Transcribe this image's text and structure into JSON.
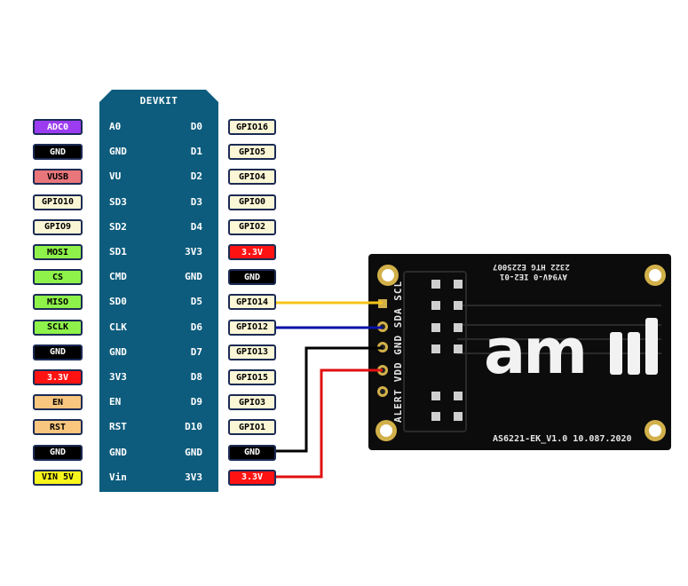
{
  "board": {
    "title": "DEVKIT",
    "left_pins": [
      "A0",
      "GND",
      "VU",
      "SD3",
      "SD2",
      "SD1",
      "CMD",
      "SD0",
      "CLK",
      "GND",
      "3V3",
      "EN",
      "RST",
      "GND",
      "Vin"
    ],
    "right_pins": [
      "D0",
      "D1",
      "D2",
      "D3",
      "D4",
      "3V3",
      "GND",
      "D5",
      "D6",
      "D7",
      "D8",
      "D9",
      "D10",
      "GND",
      "3V3"
    ]
  },
  "left_labels": [
    {
      "text": "ADC0",
      "bg": "#9b3cf0",
      "fg": "#ffffff"
    },
    {
      "text": "GND",
      "bg": "#000000",
      "fg": "#ffffff"
    },
    {
      "text": "VUSB",
      "bg": "#e8767a",
      "fg": "#000000"
    },
    {
      "text": "GPIO10",
      "bg": "#fbf7d6",
      "fg": "#000000"
    },
    {
      "text": "GPIO9",
      "bg": "#fbf7d6",
      "fg": "#000000"
    },
    {
      "text": "MOSI",
      "bg": "#8ef24a",
      "fg": "#000000"
    },
    {
      "text": "CS",
      "bg": "#8ef24a",
      "fg": "#000000"
    },
    {
      "text": "MISO",
      "bg": "#8ef24a",
      "fg": "#000000"
    },
    {
      "text": "SCLK",
      "bg": "#8ef24a",
      "fg": "#000000"
    },
    {
      "text": "GND",
      "bg": "#000000",
      "fg": "#ffffff"
    },
    {
      "text": "3.3V",
      "bg": "#ff1212",
      "fg": "#ffffff"
    },
    {
      "text": "EN",
      "bg": "#f8c67e",
      "fg": "#000000"
    },
    {
      "text": "RST",
      "bg": "#f8c67e",
      "fg": "#000000"
    },
    {
      "text": "GND",
      "bg": "#000000",
      "fg": "#ffffff"
    },
    {
      "text": "VIN 5V",
      "bg": "#f7f51c",
      "fg": "#000000"
    }
  ],
  "right_labels": [
    {
      "text": "GPIO16",
      "bg": "#fbf7d6",
      "fg": "#000000"
    },
    {
      "text": "GPIO5",
      "bg": "#fbf7d6",
      "fg": "#000000"
    },
    {
      "text": "GPIO4",
      "bg": "#fbf7d6",
      "fg": "#000000"
    },
    {
      "text": "GPIO0",
      "bg": "#fbf7d6",
      "fg": "#000000"
    },
    {
      "text": "GPIO2",
      "bg": "#fbf7d6",
      "fg": "#000000"
    },
    {
      "text": "3.3V",
      "bg": "#ff1212",
      "fg": "#ffffff"
    },
    {
      "text": "GND",
      "bg": "#000000",
      "fg": "#ffffff"
    },
    {
      "text": "GPIO14",
      "bg": "#fbf7d6",
      "fg": "#000000"
    },
    {
      "text": "GPIO12",
      "bg": "#fbf7d6",
      "fg": "#000000"
    },
    {
      "text": "GPIO13",
      "bg": "#fbf7d6",
      "fg": "#000000"
    },
    {
      "text": "GPIO15",
      "bg": "#fbf7d6",
      "fg": "#000000"
    },
    {
      "text": "GPIO3",
      "bg": "#fbf7d6",
      "fg": "#000000"
    },
    {
      "text": "GPIO1",
      "bg": "#fbf7d6",
      "fg": "#000000"
    },
    {
      "text": "GND",
      "bg": "#000000",
      "fg": "#ffffff"
    },
    {
      "text": "3.3V",
      "bg": "#ff1212",
      "fg": "#ffffff"
    }
  ],
  "sensor": {
    "pin_labels": "ALERT VDD GND SDA SCL",
    "logo": "am",
    "model": "AS6221-EK_V1.0  10.087.2020",
    "top_text_1": "2322 HTG E225007",
    "top_text_2": "AY94V-0 IE2-01"
  },
  "wires": [
    {
      "from": "GPIO14",
      "to": "SCL",
      "color": "#f5c518"
    },
    {
      "from": "GPIO12",
      "to": "SDA",
      "color": "#0a12a8"
    },
    {
      "from": "GND",
      "to": "GND",
      "color": "#000000"
    },
    {
      "from": "3.3V",
      "to": "VDD",
      "color": "#e01010"
    }
  ],
  "colors": {
    "board": "#0d5c7d",
    "sensor_pcb": "#0c0c0c",
    "gold": "#d2b04a"
  }
}
